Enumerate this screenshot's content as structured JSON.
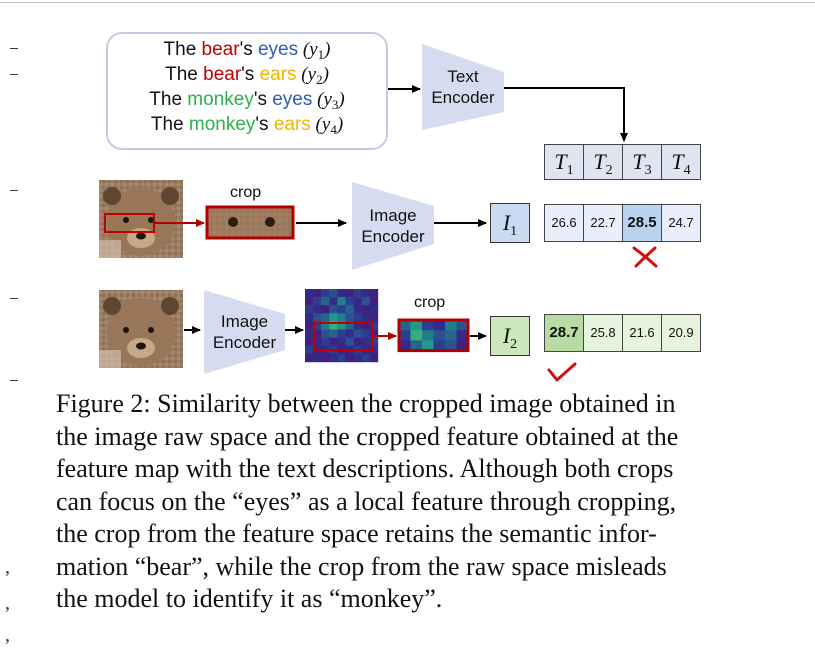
{
  "prompts": [
    {
      "pre": "The ",
      "subject": "bear",
      "subject_color": "red",
      "mid": "'s ",
      "part": "eyes",
      "part_color": "blue",
      "label": "y",
      "idx": "1"
    },
    {
      "pre": "The ",
      "subject": "bear",
      "subject_color": "red",
      "mid": "'s ",
      "part": "ears",
      "part_color": "yellow",
      "label": "y",
      "idx": "2"
    },
    {
      "pre": "The ",
      "subject": "monkey",
      "subject_color": "green",
      "mid": "'s ",
      "part": "eyes",
      "part_color": "blue",
      "label": "y",
      "idx": "3"
    },
    {
      "pre": "The ",
      "subject": "monkey",
      "subject_color": "green",
      "mid": "'s ",
      "part": "ears",
      "part_color": "yellow",
      "label": "y",
      "idx": "4"
    }
  ],
  "text_encoder": {
    "line1": "Text",
    "line2": "Encoder"
  },
  "image_encoder": {
    "line1": "Image",
    "line2": "Encoder"
  },
  "crop_label": "crop",
  "t_headers": [
    {
      "sym": "T",
      "idx": "1"
    },
    {
      "sym": "T",
      "idx": "2"
    },
    {
      "sym": "T",
      "idx": "3"
    },
    {
      "sym": "T",
      "idx": "4"
    }
  ],
  "row1": {
    "embedding": {
      "sym": "I",
      "idx": "1"
    },
    "scores": [
      "26.6",
      "22.7",
      "28.5",
      "24.7"
    ],
    "highlight_index": 2,
    "verdict": "wrong"
  },
  "row2": {
    "embedding": {
      "sym": "I",
      "idx": "2"
    },
    "scores": [
      "28.7",
      "25.8",
      "21.6",
      "20.9"
    ],
    "highlight_index": 0,
    "verdict": "correct"
  },
  "colors": {
    "red": "#c00000",
    "blue": "#2e5bbf",
    "green": "#2bb24c",
    "yellow": "#f2b200",
    "encoder": "#d6dcef",
    "crop_border": "#b00000"
  },
  "caption_lines": [
    "Figure 2: Similarity between the cropped image obtained in",
    "the image raw space and the cropped feature obtained at the",
    "feature map with the text descriptions. Although both crops",
    "can focus on the “eyes” as a local feature through cropping,",
    "the crop from the feature space retains the semantic infor-",
    "mation “bear”, while the crop from the raw space misleads",
    "the model to identify it as “monkey”."
  ],
  "margin_quotes": [
    "’",
    "’",
    "’"
  ]
}
